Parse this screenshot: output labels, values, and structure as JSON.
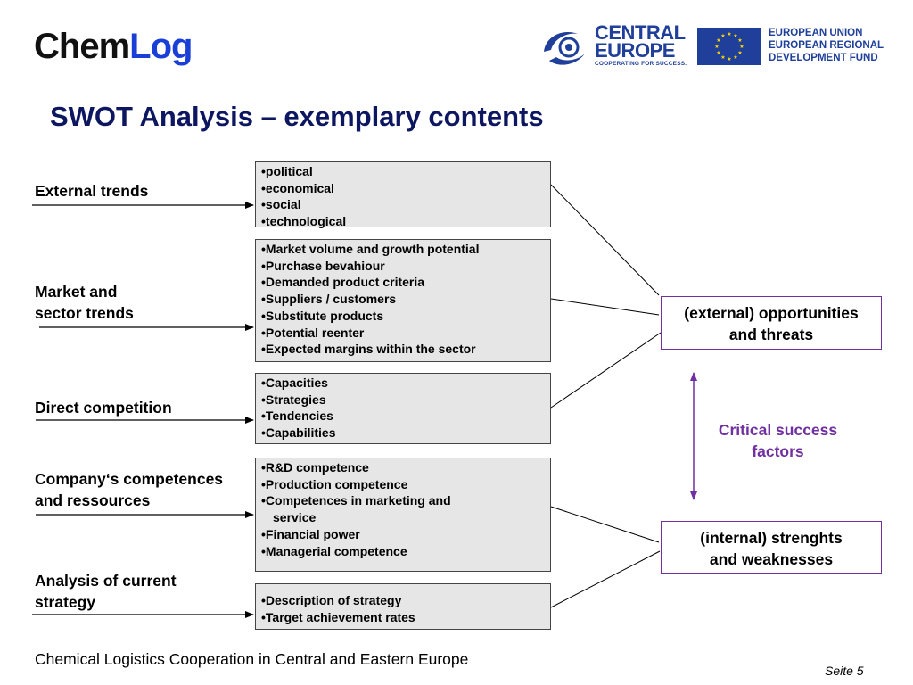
{
  "header": {
    "logo_part1": "Chem",
    "logo_part2": "Log",
    "central_europe_line1": "CENTRAL",
    "central_europe_line2": "EUROPE",
    "central_europe_tagline": "COOPERATING FOR SUCCESS.",
    "eu_text": "EUROPEAN UNION\nEUROPEAN REGIONAL\nDEVELOPMENT FUND"
  },
  "title": "SWOT Analysis – exemplary contents",
  "rows": [
    {
      "label": "External trends",
      "items": [
        "political",
        "economical",
        "social",
        "technological"
      ]
    },
    {
      "label": "Market and\nsector trends",
      "items": [
        "Market volume and growth potential",
        "Purchase bevahiour",
        "Demanded product criteria",
        "Suppliers / customers",
        "Substitute products",
        "Potential reenter",
        "Expected margins within the sector"
      ]
    },
    {
      "label": "Direct competition",
      "items": [
        "Capacities",
        "Strategies",
        "Tendencies",
        "Capabilities"
      ]
    },
    {
      "label": "Company‘s competences\nand ressources",
      "items": [
        "R&D competence",
        "Production competence",
        "Competences in marketing and service",
        "Financial power",
        "Managerial competence"
      ]
    },
    {
      "label": "Analysis of current\nstrategy",
      "items": [
        "Description of strategy",
        "Target achievement rates"
      ]
    }
  ],
  "right": {
    "external": "(external) opportunities\nand threats",
    "internal": "(internal) strenghts\nand weaknesses",
    "critical": "Critical success\nfactors"
  },
  "footer": "Chemical Logistics Cooperation in Central and Eastern Europe",
  "page_label": "Seite 5",
  "colors": {
    "title": "#0d1660",
    "accent_purple": "#7030a0",
    "logo_blue": "#1a3fd6",
    "box_fill": "#e6e6e6"
  }
}
